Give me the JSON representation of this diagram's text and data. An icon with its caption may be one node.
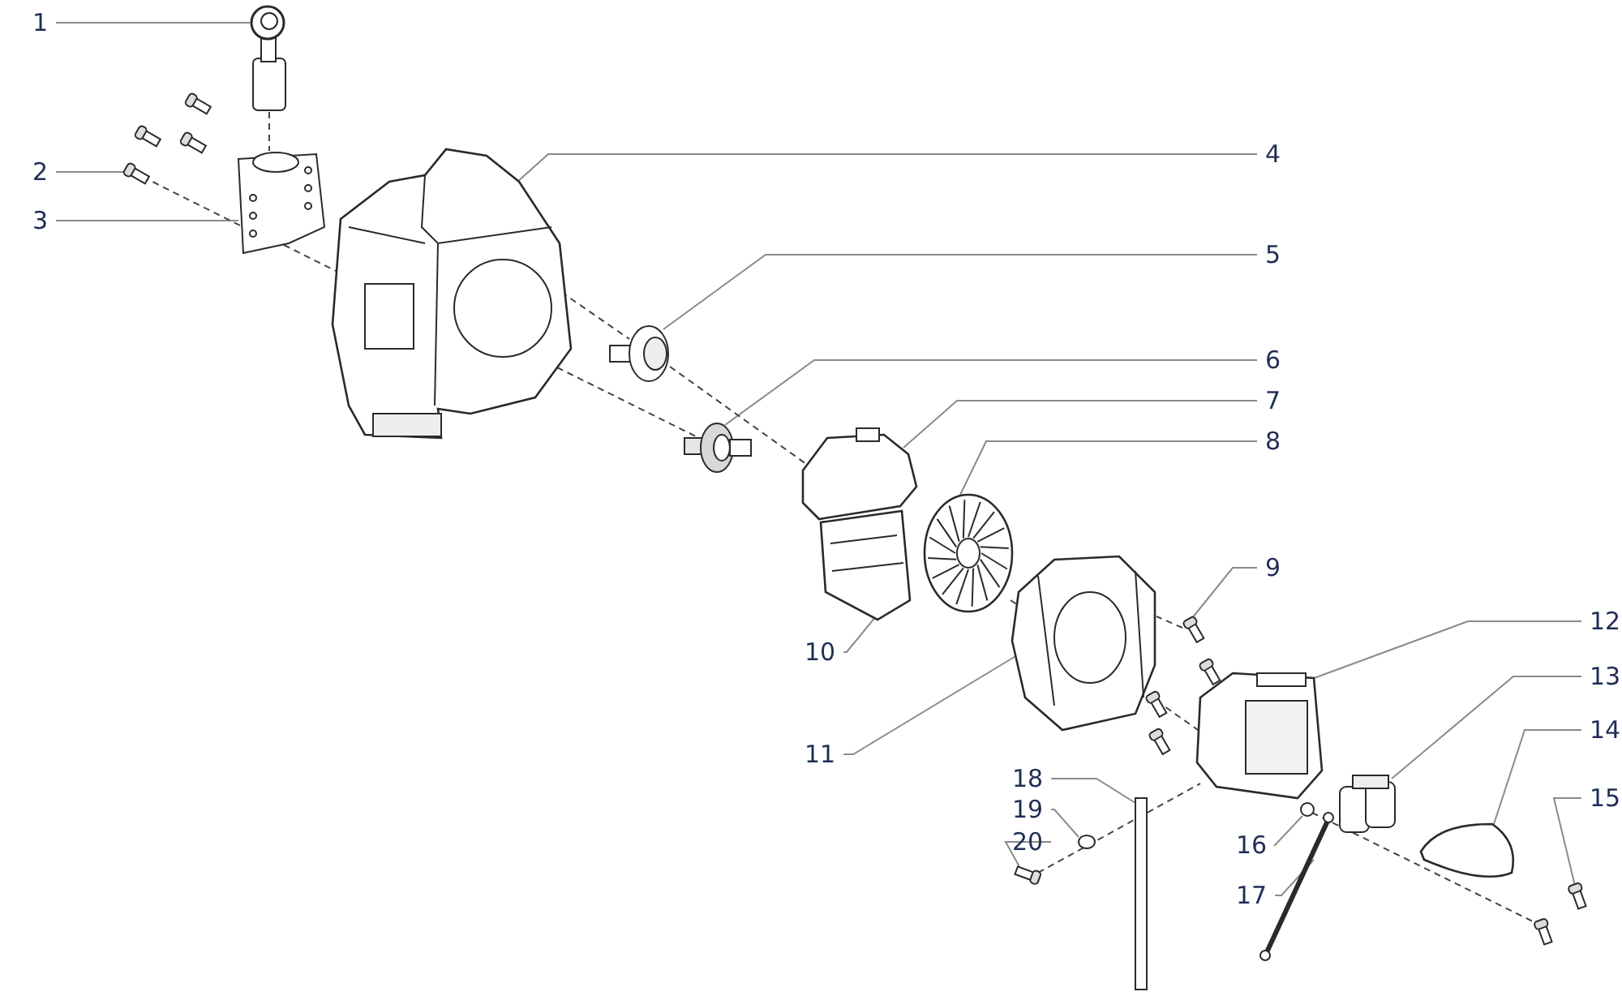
{
  "diagram": {
    "nodes": [
      {
        "text": [
          "1"
        ]
      },
      {
        "text": [
          "2"
        ]
      },
      {
        "text": [
          "3"
        ]
      },
      {
        "text": [
          "4"
        ]
      },
      {
        "text": [
          "5"
        ]
      },
      {
        "text": [
          "6"
        ]
      },
      {
        "text": [
          "7"
        ]
      },
      {
        "text": [
          "8"
        ]
      },
      {
        "text": [
          "9"
        ]
      },
      {
        "text": [
          "10"
        ]
      },
      {
        "text": [
          "11"
        ]
      },
      {
        "text": [
          "12"
        ]
      },
      {
        "text": [
          "13"
        ]
      },
      {
        "text": [
          "14"
        ]
      },
      {
        "text": [
          "15"
        ]
      },
      {
        "text": [
          "16"
        ]
      },
      {
        "text": [
          "17"
        ]
      },
      {
        "text": [
          "18"
        ]
      },
      {
        "text": [
          "19"
        ]
      },
      {
        "text": [
          "20"
        ]
      },
      {
        "text": [],
        "shape": "picture"
      },
      {
        "text": [],
        "shape": "box"
      },
      {
        "text": [],
        "shape": "picture"
      },
      {
        "text": [],
        "shape": "picture"
      },
      {
        "text": [],
        "shape": "picture"
      },
      {
        "text": [],
        "shape": "picture"
      },
      {
        "text": [],
        "shape": "picture"
      },
      {
        "text": [],
        "shape": "picture"
      },
      {
        "text": [],
        "shape": "box"
      },
      {
        "text": [],
        "shape": "picture"
      },
      {
        "text": [],
        "shape": "picture"
      },
      {
        "text": [],
        "shape": "picture"
      },
      {
        "text": [],
        "shape": "picture"
      },
      {
        "text": [],
        "shape": "picture"
      },
      {
        "text": [],
        "shape": "box"
      },
      {
        "text": [],
        "shape": "circle"
      },
      {
        "text": [],
        "shape": "picture"
      },
      {
        "text": [],
        "shape": "bar"
      },
      {
        "text": [],
        "shape": "circle"
      },
      {
        "text": [],
        "shape": "box"
      },
      {
        "text": [],
        "shape": "box"
      }
    ],
    "edges": [
      {
        "from": 0,
        "to": 20,
        "arrow": "none"
      },
      {
        "from": 1,
        "to": 21,
        "arrow": "none"
      },
      {
        "from": 2,
        "to": 22,
        "arrow": "none"
      },
      {
        "from": 3,
        "to": 23,
        "arrow": "none"
      },
      {
        "from": 4,
        "to": 24,
        "arrow": "none"
      },
      {
        "from": 5,
        "to": 25,
        "arrow": "none"
      },
      {
        "from": 6,
        "to": 26,
        "arrow": "none"
      },
      {
        "from": 7,
        "to": 27,
        "arrow": "none"
      },
      {
        "from": 8,
        "to": 28,
        "arrow": "none"
      },
      {
        "from": 9,
        "to": 29,
        "arrow": "none"
      },
      {
        "from": 10,
        "to": 30,
        "arrow": "none"
      },
      {
        "from": 11,
        "to": 31,
        "arrow": "none"
      },
      {
        "from": 12,
        "to": 32,
        "arrow": "none"
      },
      {
        "from": 13,
        "to": 33,
        "arrow": "none"
      },
      {
        "from": 14,
        "to": 34,
        "arrow": "none"
      },
      {
        "from": 15,
        "to": 35,
        "arrow": "none"
      },
      {
        "from": 16,
        "to": 36,
        "arrow": "none"
      },
      {
        "from": 17,
        "to": 37,
        "arrow": "none"
      },
      {
        "from": 18,
        "to": 38,
        "arrow": "none"
      },
      {
        "from": 19,
        "to": 39,
        "arrow": "none"
      },
      {
        "from": 20,
        "to": 22,
        "arrow": "none",
        "style": "dashed"
      },
      {
        "from": 21,
        "to": 22,
        "arrow": "none",
        "style": "dashed"
      },
      {
        "from": 22,
        "to": 23,
        "arrow": "none",
        "style": "dashed"
      },
      {
        "from": 23,
        "to": 24,
        "arrow": "none",
        "style": "dashed"
      },
      {
        "from": 24,
        "to": 26,
        "arrow": "none",
        "style": "dashed"
      },
      {
        "from": 27,
        "to": 30,
        "arrow": "none",
        "style": "dashed"
      },
      {
        "from": 30,
        "to": 31,
        "arrow": "none",
        "style": "dashed"
      },
      {
        "from": 23,
        "to": 25,
        "arrow": "none",
        "style": "dashed"
      },
      {
        "from": 28,
        "to": 30,
        "arrow": "none",
        "style": "dashed"
      },
      {
        "from": 39,
        "to": 31,
        "arrow": "none",
        "style": "dashed"
      },
      {
        "from": 35,
        "to": 40,
        "arrow": "none",
        "style": "dashed"
      }
    ]
  }
}
